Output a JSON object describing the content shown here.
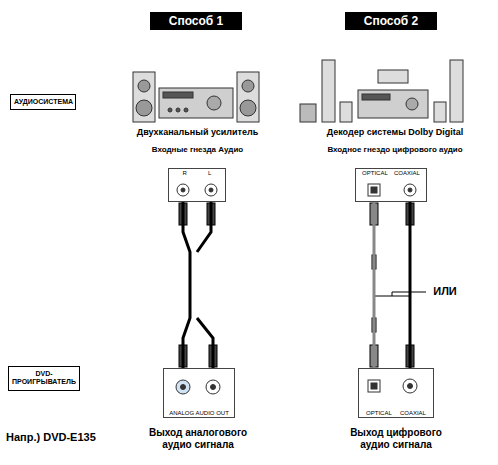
{
  "diagram": {
    "nodes": [
      {
        "text": [
          "Способ 1"
        ]
      },
      {
        "text": [
          "Способ 2"
        ]
      },
      {
        "text": [
          "АУДИОСИСТЕМА"
        ]
      },
      {
        "text": [
          "R",
          "L"
        ]
      },
      {
        "text": [
          "OPTICAL",
          "COAXIAL"
        ]
      },
      {
        "text": [
          "DVD-ПРОИГРЫВАТЕЛЬ"
        ]
      },
      {
        "text": [
          "ANALOG AUDIO OUT"
        ]
      },
      {
        "text": [
          "OPTICAL",
          "COAXIAL"
        ]
      }
    ],
    "edges": [
      {
        "from": 3,
        "to": 6,
        "arrow": "none"
      },
      {
        "from": 4,
        "to": 7,
        "arrow": "none"
      },
      {
        "from": 4,
        "to": 7,
        "arrow": "none"
      }
    ],
    "labels": [
      "Двухканальный усилитель",
      "Входные гнезда Аудио",
      "Декодер системы Dolby Digital",
      "Входное гнездо цифрового аудио",
      "ИЛИ",
      "Напр.) DVD-E135",
      "Выход аналогового аудио сигнала",
      "Выход цифрового аудио сигнала"
    ]
  }
}
